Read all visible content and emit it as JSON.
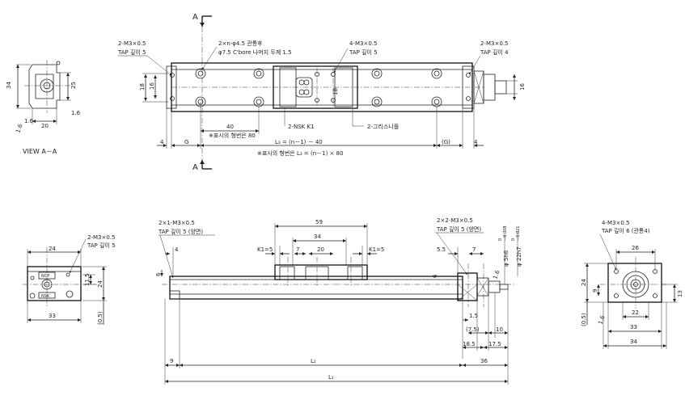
{
  "section": {
    "letter_top": "A",
    "letter_bottom": "A",
    "view_caption": "VIEW  A－A"
  },
  "view_aa": {
    "dims": [
      "34",
      "25",
      "20",
      "1.6",
      "1.6",
      "1.6"
    ]
  },
  "top_view": {
    "callout_left": [
      "2-M3×0.5",
      "TAP 깊이 5"
    ],
    "callout_hole": [
      "2×n-φ4.5 관통후",
      "φ7.5 C'bore 나머지 두께 1.5"
    ],
    "callout_mid": [
      "4-M3×0.5",
      "TAP 깊이 5"
    ],
    "callout_right": [
      "2-M3×0.5",
      "TAP 깊이 4"
    ],
    "dim_18_a": "18",
    "dim_16_a": "16",
    "dim_18_b": "18",
    "dim_16_b": "16",
    "label_nsk": "2-NSK    K1",
    "label_grease": "2-그리스니플",
    "dim_40": "40",
    "note_80": "※표시의 형번은 80",
    "dim_4_l": "4",
    "dim_G_l": "G",
    "dim_L3": "L₃ = (n－1) － 40",
    "dim_G_r": "(G)",
    "dim_4_r": "4",
    "note_L3": "※표시의 형번은 L₃ = (n－1) × 80"
  },
  "front_view": {
    "callout_left": [
      "2-M3×0.5",
      "TAP 깊이 5"
    ],
    "dims": {
      "d24_top": "24",
      "d11_5": "11.5",
      "d24_side": "24",
      "d33": "33",
      "d0_5": "(0.5)"
    },
    "badge_top": "NCP",
    "badge_bottom": "NSK"
  },
  "side_view": {
    "callout_left": [
      "2×1-M3×0.5",
      "TAP 깊이 5 (양면)"
    ],
    "callout_right": [
      "2×2-M3×0.5",
      "TAP 깊이 5 (양면)"
    ],
    "dims": {
      "d59": "59",
      "d34": "34",
      "k1_l": "K1=5",
      "d7_l": "7",
      "d20": "20",
      "k1_r": "K1=5",
      "d4": "4",
      "d6_l": "6",
      "d5_5": "5.5",
      "d7_r": "7",
      "d6_r": "6",
      "shaft1": "φ 5h6",
      "shaft1_tol": [
        "0",
        "−0.008"
      ],
      "shaft2": "φ 22h7",
      "shaft2_tol": [
        "0",
        "−0.021"
      ],
      "d1_6": "1.6",
      "d1_5": "1.5",
      "d7_5": "(7.5)",
      "d10": "10",
      "d18_5": "18.5",
      "d17_5": "17.5",
      "d9": "9",
      "L2": "L₂",
      "d36": "36",
      "L1": "L₁"
    }
  },
  "end_view": {
    "callout": [
      "4-M3×0.5",
      "TAP 깊이 6 (관통4)"
    ],
    "dims": {
      "d26": "26",
      "d24": "24",
      "d9": "9",
      "d13": "13",
      "d22": "22",
      "d33": "33",
      "d34": "34",
      "d1_6": "1.6",
      "d0_5": "(0.5)"
    }
  }
}
